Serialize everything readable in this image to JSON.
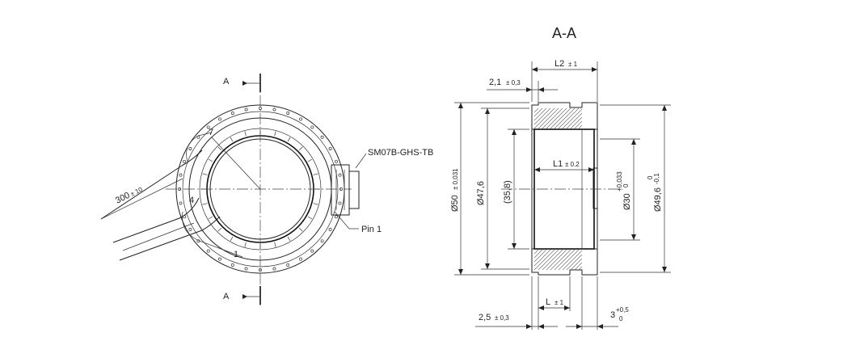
{
  "section_title": "A-A",
  "front_view": {
    "section_mark_top": "A",
    "section_mark_bottom": "A",
    "connector_label": "SM07B-GHS-TB",
    "pin_label": "Pin 1",
    "cable_length_main": "300",
    "cable_length_tol": "± 10",
    "wire_number_7": "7",
    "wire_number_4": "4",
    "wire_number_1": "1"
  },
  "section_view": {
    "l2_main": "L2",
    "l2_tol": "± 1",
    "dim_21_main": "2,1",
    "dim_21_tol": "± 0,3",
    "l1_main": "L1",
    "l1_tol": "± 0.2",
    "l_main": "L",
    "l_tol": "± 1",
    "dim_25_main": "2,5",
    "dim_25_tol": "± 0,3",
    "dim_3_main": "3",
    "dim_3_tol_upper": "+0,5",
    "dim_3_tol_lower": "0",
    "dia50_main": "Ø50",
    "dia50_tol": "± 0,031",
    "dia476": "Ø47,6",
    "dim358": "(35,8)",
    "dia30_main": "Ø30",
    "dia30_tol_upper": "+0,033",
    "dia30_tol_lower": "0",
    "dia496_main": "Ø49,6",
    "dia496_tol_upper": "0",
    "dia496_tol_lower": "-0,1"
  }
}
